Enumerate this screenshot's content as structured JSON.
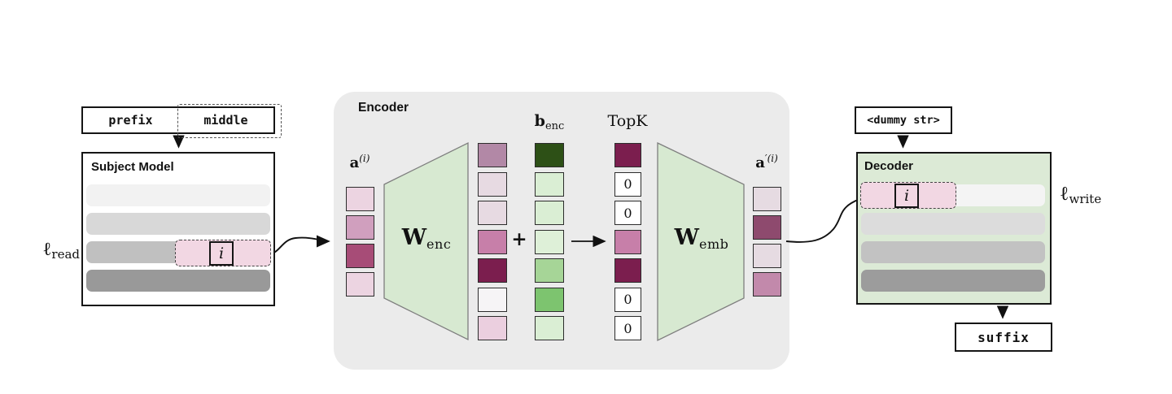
{
  "colors": {
    "encoder_bg": "#ebebeb",
    "decoder_bg": "#dcead6",
    "trapezoid": "#d7e9d1",
    "pink_region": "#f2d7e3"
  },
  "prefix_box": {
    "prefix": "prefix",
    "middle": "middle"
  },
  "subject_model": {
    "title": "Subject Model",
    "bars": [
      "#f2f2f2",
      "#d8d8d8",
      "#c0c0c0",
      "#999999"
    ],
    "index_label": "i"
  },
  "read_port": {
    "symbol": "ℓ",
    "subscript": "read"
  },
  "encoder": {
    "title": "Encoder",
    "input_label": {
      "base": "a",
      "sup": "(i)"
    },
    "w_enc": {
      "base": "W",
      "sub": "enc"
    },
    "plus": "+",
    "b_enc": {
      "base": "b",
      "sub": "enc"
    },
    "topk_title": "TopK",
    "w_emb": {
      "base": "W",
      "sub": "emb"
    },
    "output_label": {
      "base": "a",
      "sup": "′(i)"
    }
  },
  "vectors": {
    "input": [
      {
        "color": "#ecd4e1"
      },
      {
        "color": "#d09fbe"
      },
      {
        "color": "#a74c77"
      },
      {
        "color": "#ecd4e1"
      }
    ],
    "hidden": [
      {
        "color": "#b288a6"
      },
      {
        "color": "#e7dae2"
      },
      {
        "color": "#e7dae2"
      },
      {
        "color": "#c77fa9"
      },
      {
        "color": "#7b1e4e"
      },
      {
        "color": "#f6f4f6"
      },
      {
        "color": "#ebcfdf"
      }
    ],
    "bias": [
      {
        "color": "#2d5016"
      },
      {
        "color": "#daeed4"
      },
      {
        "color": "#daeed4"
      },
      {
        "color": "#def0d8"
      },
      {
        "color": "#a6d597"
      },
      {
        "color": "#7dc46f"
      },
      {
        "color": "#daeed4"
      }
    ],
    "topk": [
      {
        "color": "#7b1e4e"
      },
      {
        "color": "#ffffff",
        "text": "0"
      },
      {
        "color": "#ffffff",
        "text": "0"
      },
      {
        "color": "#c77fa9"
      },
      {
        "color": "#7b1e4e"
      },
      {
        "color": "#ffffff",
        "text": "0"
      },
      {
        "color": "#ffffff",
        "text": "0"
      }
    ],
    "output": [
      {
        "color": "#e6dbe2"
      },
      {
        "color": "#8e4a6e"
      },
      {
        "color": "#e6dbe2"
      },
      {
        "color": "#c289ab"
      }
    ]
  },
  "decoder": {
    "dummy_label": "<dummy str>",
    "title": "Decoder",
    "bars": [
      "#f4f4f4",
      "#dcdcdc",
      "#c2c2c2",
      "#9c9c9c"
    ],
    "index_label": "i",
    "suffix_label": "suffix"
  },
  "write_port": {
    "symbol": "ℓ",
    "subscript": "write"
  }
}
